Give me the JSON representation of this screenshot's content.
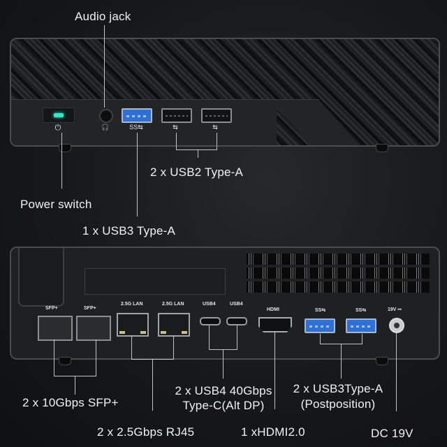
{
  "front_panel": {
    "callouts": {
      "audio_jack": "Audio jack",
      "usb2": "2 x USB2 Type-A",
      "power_switch": "Power switch",
      "usb3": "1 x USB3 Type-A"
    },
    "port_glyphs": {
      "power": "⏻",
      "headphone": "🎧",
      "usb3_logo": "SS⇆",
      "usb2_logo": "⇆"
    },
    "power_led_color": "#33e6c9",
    "usb3_color": "#2f6fd6"
  },
  "rear_panel": {
    "port_labels": {
      "sfp1": "SFP+",
      "sfp2": "SFP+",
      "lan1": "2.5G LAN",
      "lan2": "2.5G LAN",
      "usb4_1": "USB4",
      "usb4_2": "USB4",
      "hdmi": "HDMI",
      "usb3_1": "SS⇆",
      "usb3_2": "SS⇆",
      "dc": "19V ⎓"
    },
    "callouts": {
      "sfp": "2 x 10Gbps SFP+",
      "rj45": "2 x 2.5Gbps RJ45",
      "usb4_line1": "2 x USB4 40Gbps",
      "usb4_line2": "Type-C(Alt DP)",
      "hdmi": "1 xHDMI2.0",
      "usb3_line1": "2 x USB3Type-A",
      "usb3_line2": "(Postposition)",
      "dc": "DC 19V"
    }
  }
}
